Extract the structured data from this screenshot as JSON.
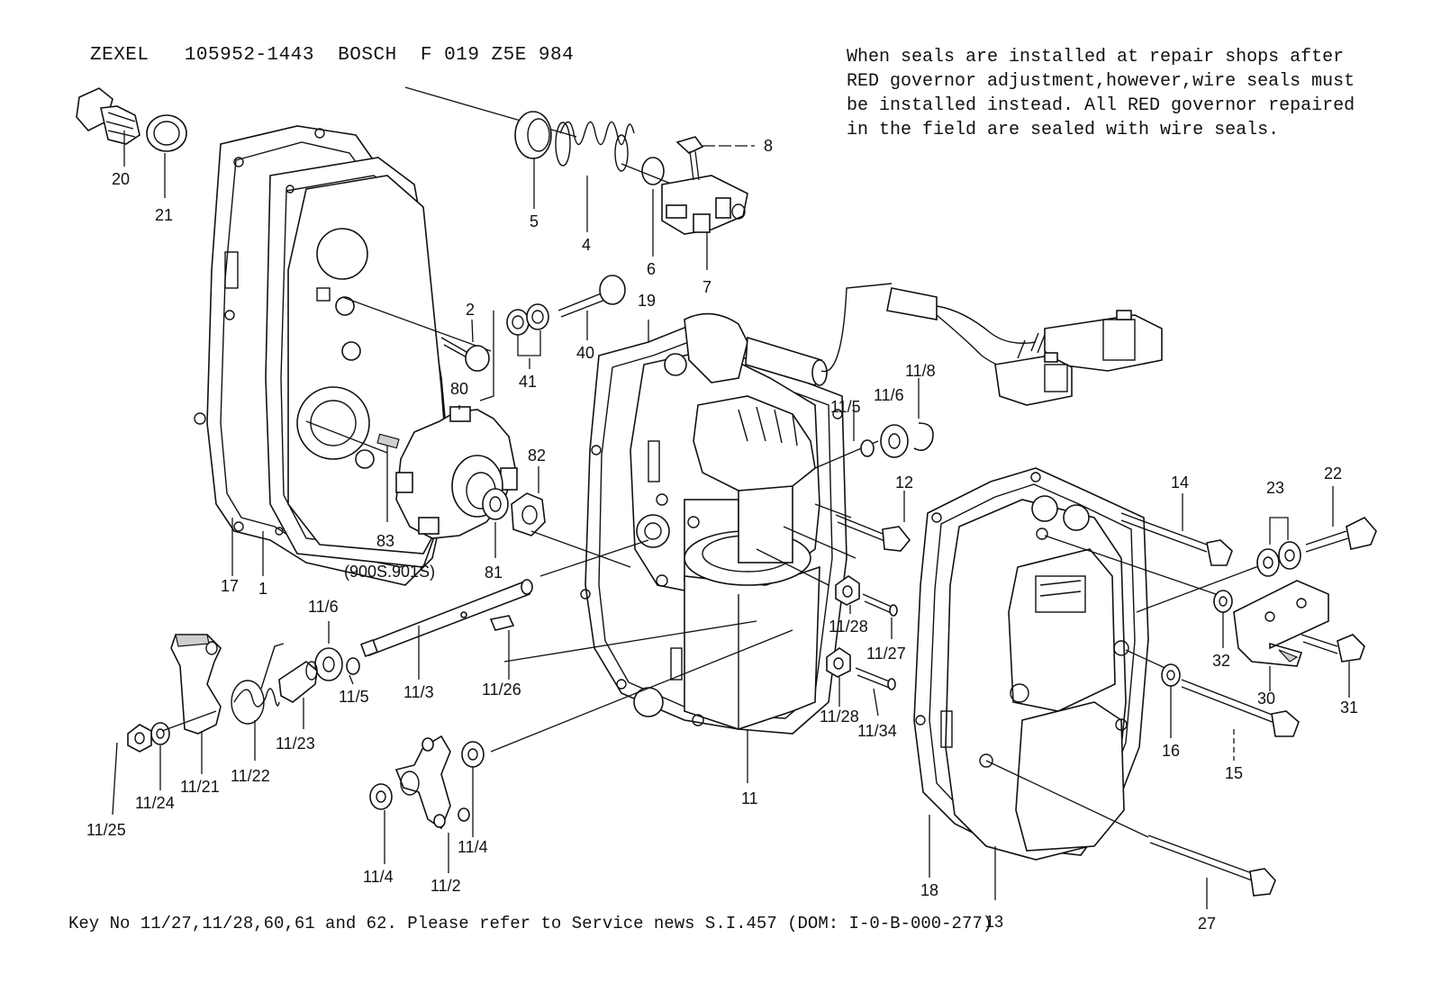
{
  "header": {
    "brand1": "ZEXEL",
    "part1": "105952-1443",
    "brand2": "BOSCH",
    "part2": "F 019 Z5E 984"
  },
  "note": {
    "line1": "When seals are installed at repair shops after",
    "line2": "RED governor adjustment,however,wire seals must",
    "line3": "be installed instead. All RED governor repaired",
    "line4": "in the field are sealed with wire seals."
  },
  "footer": {
    "text": "Key No 11/27,11/28,60,61 and 62. Please refer to Service news S.I.457 (DOM: I-0-B-000-277)"
  },
  "labels": {
    "l20": "20",
    "l21": "21",
    "l5": "5",
    "l4": "4",
    "l6": "6",
    "l7": "7",
    "l8": "8",
    "l2": "2",
    "l41": "41",
    "l40": "40",
    "l19": "19",
    "l80": "80",
    "l82": "82",
    "l83": "83",
    "l83note": "(900S.901S)",
    "l81": "81",
    "l17": "17",
    "l1": "1",
    "l11_6a": "11/6",
    "l11_8": "11/8",
    "l11_5a": "11/5",
    "l11_6b": "11/6",
    "l12": "12",
    "l14": "14",
    "l23": "23",
    "l22": "22",
    "l11_28a": "11/28",
    "l11_27": "11/27",
    "l11_28b": "11/28",
    "l11_34": "11/34",
    "l32": "32",
    "l30": "30",
    "l31": "31",
    "l16": "16",
    "l15": "15",
    "l11_3": "11/3",
    "l11_26": "11/26",
    "l11_5b": "11/5",
    "l11_23": "11/23",
    "l11_22": "11/22",
    "l11_21": "11/21",
    "l11_24": "11/24",
    "l11_25": "11/25",
    "l11_4a": "11/4",
    "l11_4b": "11/4",
    "l11_2": "11/2",
    "l11": "11",
    "l18": "18",
    "l13": "13",
    "l27": "27"
  }
}
